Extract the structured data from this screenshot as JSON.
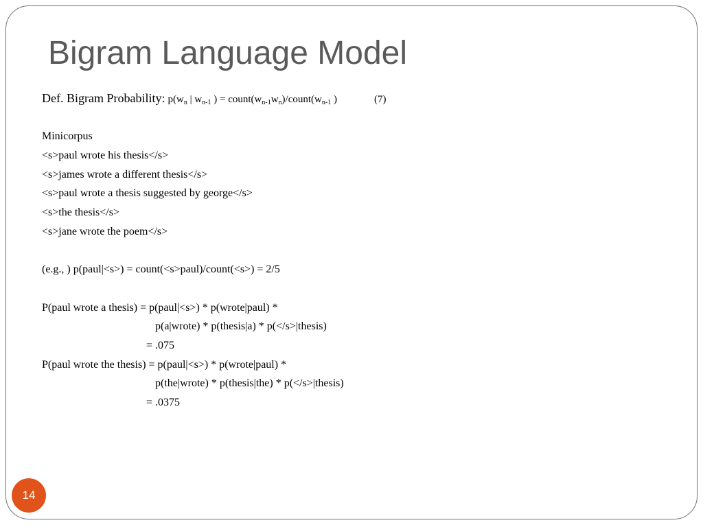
{
  "slide": {
    "title": "Bigram Language Model",
    "page_number": "14",
    "badge_color": "#e0541b"
  },
  "definition": {
    "label": "Def. Bigram Probability:",
    "p_open": "p(w",
    "sub_n1": "n",
    "pipe_w": " | w",
    "sub_n2": "n-1",
    "eq_count": " ) = count(w",
    "sub_n3": "n-1",
    "w_mid": "w",
    "sub_n4": "n",
    "div_count": ")/count(w",
    "sub_n5": "n-1",
    "close": " )",
    "eq_number": "(7)"
  },
  "minicorpus": {
    "heading": "Minicorpus",
    "sentences": [
      "<s>paul wrote his thesis</s>",
      "<s>james wrote a different thesis</s>",
      "<s>paul wrote a thesis suggested by george</s>",
      "<s>the thesis</s>",
      "<s>jane wrote the poem</s>"
    ]
  },
  "example": "(e.g., ) p(paul|<s>) = count(<s>paul)/count(<s>) = 2/5",
  "calc1": {
    "line1": "P(paul wrote a thesis) = p(paul|<s>) * p(wrote|paul) *",
    "line2": "p(a|wrote) * p(thesis|a) * p(</s>|thesis)",
    "result": "= .075"
  },
  "calc2": {
    "line1": "P(paul wrote the thesis) = p(paul|<s>) * p(wrote|paul) *",
    "line2": "p(the|wrote) * p(thesis|the) * p(</s>|thesis)",
    "result": "= .0375"
  }
}
